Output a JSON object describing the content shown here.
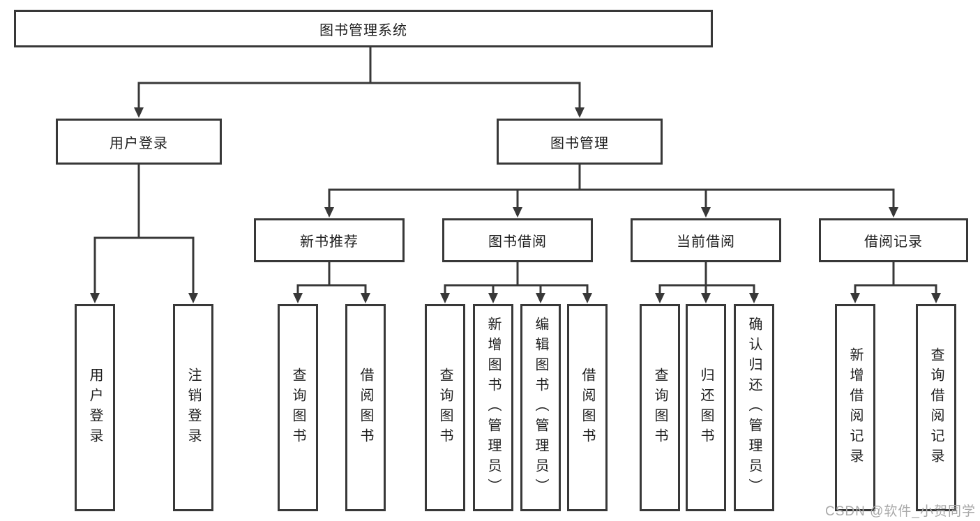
{
  "diagram": {
    "title": "图书管理系统",
    "branches": [
      {
        "label": "用户登录",
        "children": [
          {
            "label": "用户登录"
          },
          {
            "label": "注销登录"
          }
        ]
      },
      {
        "label": "图书管理",
        "sections": [
          {
            "label": "新书推荐",
            "children": [
              {
                "label": "查询图书"
              },
              {
                "label": "借阅图书"
              }
            ]
          },
          {
            "label": "图书借阅",
            "children": [
              {
                "label": "查询图书"
              },
              {
                "label": "新增图书（管理员）"
              },
              {
                "label": "编辑图书（管理员）"
              },
              {
                "label": "借阅图书"
              }
            ]
          },
          {
            "label": "当前借阅",
            "children": [
              {
                "label": "查询图书"
              },
              {
                "label": "归还图书"
              },
              {
                "label": "确认归还（管理员）"
              }
            ]
          },
          {
            "label": "借阅记录",
            "children": [
              {
                "label": "新增借阅记录"
              },
              {
                "label": "查询借阅记录"
              }
            ]
          }
        ]
      }
    ]
  },
  "watermark": {
    "text": "CSDN @软件_小贺同学"
  },
  "colors": {
    "line": "#383838",
    "box_border": "#383838",
    "text": "#1f1f1f",
    "watermark": "#a9a9a9",
    "background": "#ffffff"
  }
}
